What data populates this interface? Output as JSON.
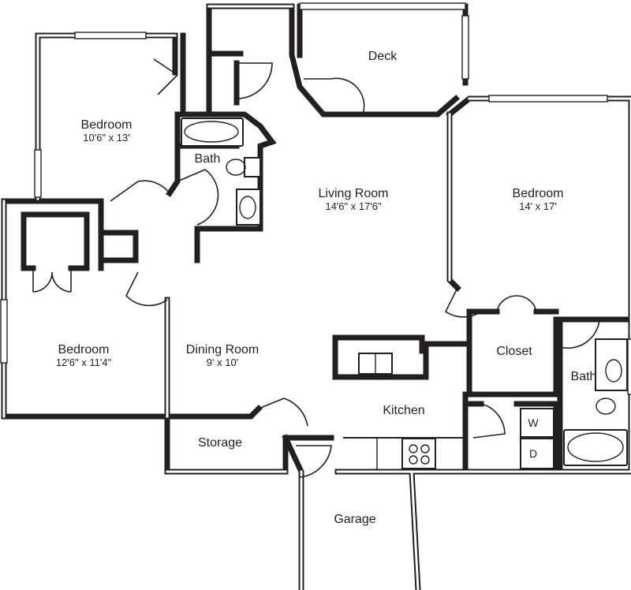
{
  "rooms": {
    "bedroom_nw": {
      "name": "Bedroom",
      "size": "10'6\" x 13'"
    },
    "bedroom_e": {
      "name": "Bedroom",
      "size": "14' x 17'"
    },
    "bedroom_w": {
      "name": "Bedroom",
      "size": "12'6\" x 11'4\""
    },
    "living": {
      "name": "Living Room",
      "size": "14'6\" x 17'6\""
    },
    "dining": {
      "name": "Dining Room",
      "size": "9' x 10'"
    },
    "deck": {
      "name": "Deck"
    },
    "bath_center": {
      "name": "Bath"
    },
    "bath_east": {
      "name": "Bath"
    },
    "closet": {
      "name": "Closet"
    },
    "kitchen": {
      "name": "Kitchen"
    },
    "storage": {
      "name": "Storage"
    },
    "garage": {
      "name": "Garage"
    }
  },
  "appliances": {
    "washer": "W",
    "dryer": "D"
  },
  "colors": {
    "ink": "#231f20",
    "paper": "#ffffff"
  }
}
